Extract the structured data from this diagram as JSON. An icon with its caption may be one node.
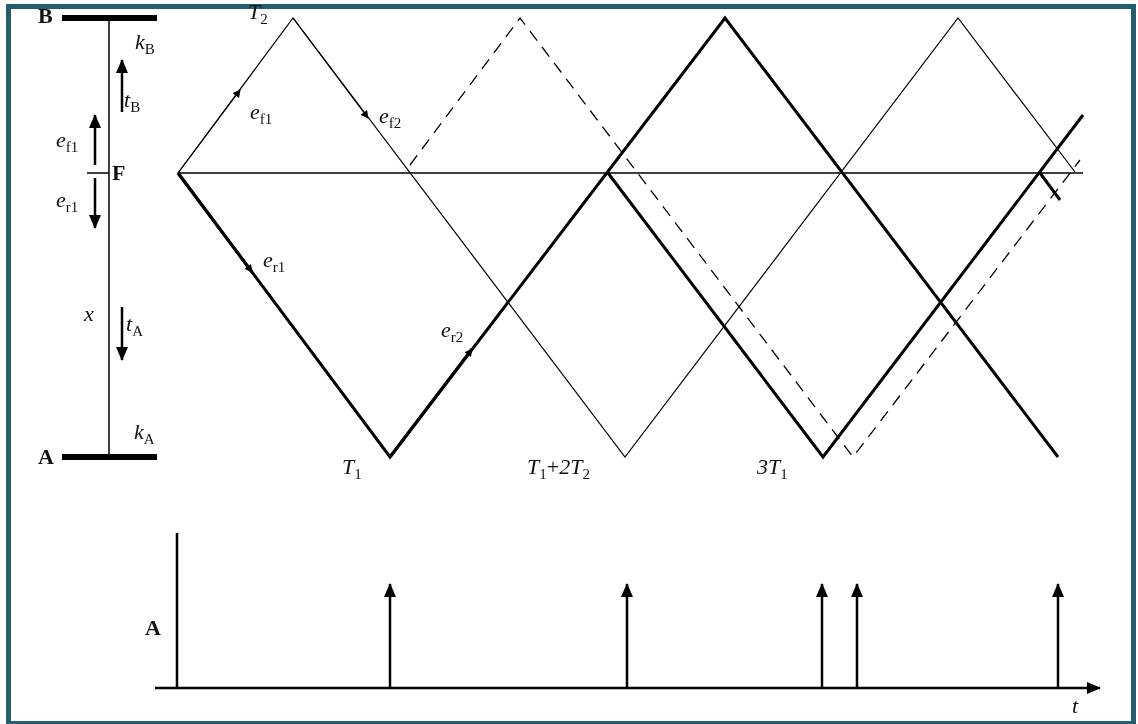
{
  "diagram": {
    "labels": [
      "B",
      "*T*$_{2}$",
      "*k*$_{B}$",
      "*e*$_{f1}$",
      "*e*$_{f2}$",
      "*t*$_{B}$",
      "*e*$_{f1}$",
      "F",
      "*e*$_{r1}$",
      "*e*$_{r1}$",
      "x",
      "*t*$_{A}$",
      "*e*$_{r2}$",
      "*k*$_{A}$",
      "A",
      "*T*$_{1}$",
      "*T*$_{1}$+*2T*$_{2}$",
      "*3T*$_{1}$",
      "A",
      "t"
    ]
  }
}
